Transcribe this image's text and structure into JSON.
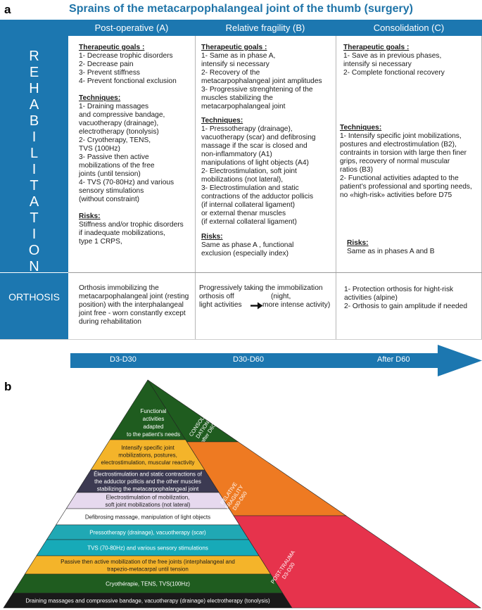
{
  "panel_a": {
    "letter": "a",
    "title": "Sprains of the metacarpophalangeal joint of the thumb (surgery)",
    "columns": [
      "Post-operative (A)",
      "Relative fragility (B)",
      "Consolidation  (C)"
    ],
    "rehab_label": [
      "R",
      "E",
      "H",
      "A",
      "B",
      "I",
      "L",
      "I",
      "T",
      "A",
      "T",
      "I",
      "O",
      "N"
    ],
    "orthosis_label": "ORTHOSIS",
    "phase_a": {
      "goals_title": "Therapeutic goals :",
      "goals": [
        "1- Decrease trophic disorders",
        "2- Decrease pain",
        "3- Prevent stiffness",
        "4- Prevent fonctional exclusion"
      ],
      "tech_title": "Techniques:",
      "techniques": [
        "1- Draining massages",
        "and compressive bandage,",
        "vacuotherapy (drainage),",
        "electrotherapy (tonolysis)",
        "2- Cryotherapy, TENS,",
        "TVS (100Hz)",
        "3- Passive then active",
        "mobilizations  of the free",
        "joints (until tension)",
        "4- TVS (70-80Hz) and various",
        "sensory stimulations",
        "(without constraint)"
      ],
      "risks_title": "Risks:",
      "risks": [
        "Stiffness and/or trophic disorders",
        "if inadequate mobilizations,",
        "type 1 CRPS,"
      ],
      "orthosis": [
        "Orthosis immobilizing the",
        "metacarpophalangeal joint (resting",
        "position) with the interphalangeal",
        "joint free - worn constantly except",
        "during rehabilitation"
      ]
    },
    "phase_b": {
      "goals_title": "Therapeutic goals :",
      "goals": [
        "1- Same as in phase A,",
        "intensify si necessary",
        "2- Recovery of the",
        "metacarpophalangeal joint amplitudes",
        "3- Progressive strenghtening of the",
        "muscles stabilizing the",
        "metacarpophalangeal joint"
      ],
      "tech_title": "Techniques:",
      "techniques": [
        "1- Pressotherapy (drainage),",
        "vacuotherapy (scar) and defibrosing",
        "massage if the scar is closed and",
        "non-inflammatory (A1)",
        "manipulations of light objects (A4)",
        "2- Electrostimulation, soft joint",
        "mobilizations (not lateral),",
        "3- Electrostimulation and static",
        "contractions of the adductor pollicis",
        "(if internal collateral ligament)",
        "or external thenar muscles",
        "(if external collateral ligament)"
      ],
      "risks_title": "Risks:",
      "risks": [
        "Same as phase A , functional",
        "exclusion (especially index)"
      ],
      "orthosis_line1": "Progressively taking the immobilization",
      "orthosis_line2a": "orthosis off",
      "orthosis_line2b": "(night,",
      "orthosis_line3a": "light activities",
      "orthosis_line3b": "more intense activity)"
    },
    "phase_c": {
      "goals_title": "Therapeutic goals :",
      "goals": [
        "1- Save as in previous phases,",
        "intensify si necessary",
        "2- Complete fonctional recovery"
      ],
      "tech_title": "Techniques:",
      "techniques": [
        "1- Intensify specific joint mobilizations,",
        "postures and electrostimulation (B2),",
        "contraints in torsion with large then finer",
        "grips, recovery of normal muscular",
        "ratios (B3)",
        "2- Functional activities adapted to the",
        "patient’s professional and sporting needs,",
        "no «high-risk» activities before D75"
      ],
      "risks_title": "Risks:",
      "risks": [
        "Same as in phases A and B"
      ],
      "orthosis": [
        "1- Protection orthosis for hight-risk",
        "activities (alpine)",
        "2- Orthosis to gain amplitude if needed"
      ]
    },
    "timeline": [
      "D3-D30",
      "D30-D60",
      "After D60"
    ]
  },
  "panel_b": {
    "letter": "b",
    "layers": [
      {
        "lines": [
          "Functional",
          "activities",
          "adapted",
          "to the patient’s needs"
        ],
        "color": "#1f5c1f",
        "text_color": "#ffffff"
      },
      {
        "lines": [
          "Intensify specific joint",
          "mobilizations, postures,",
          "electrostimulation, muscular reactivity"
        ],
        "color": "#f4b42a",
        "text_color": "#1a1a1a"
      },
      {
        "lines": [
          "Électrostimulation and static contractions of",
          "the adductor pollicis and the other muscles",
          "stabilizing the metacarpophalangeal joint"
        ],
        "color": "#3c3a52",
        "text_color": "#ffffff"
      },
      {
        "lines": [
          "Electrostimulation of mobilization,",
          "soft joint mobilizations (not lateral)"
        ],
        "color": "#e6d9ee",
        "text_color": "#1a1a1a"
      },
      {
        "lines": [
          "Defibrosing massage, manipulation of light objects"
        ],
        "color": "#ffffff",
        "text_color": "#1a1a1a"
      },
      {
        "lines": [
          "Pressotherapy (drainage), vacuotherapy (scar)"
        ],
        "color": "#20a8b4",
        "text_color": "#ffffff"
      },
      {
        "lines": [
          "TVS (70-80Hz) and various sensory stimulations"
        ],
        "color": "#17aab8",
        "text_color": "#ffffff"
      },
      {
        "lines": [
          "Passive then active mobilization of the free joints (interphalangeal and",
          "trapezio-metacarpal until tension"
        ],
        "color": "#f4b42a",
        "text_color": "#1a1a1a"
      },
      {
        "lines": [
          "Cryothérapie, TENS, TVS(100Hz)"
        ],
        "color": "#1f5c1f",
        "text_color": "#ffffff"
      },
      {
        "lines": [
          "Draining massages and compressive bandage, vacuotherapy (drainage) electrotherapy (tonolysis)"
        ],
        "color": "#1a1a1a",
        "text_color": "#ffffff"
      }
    ],
    "side_consolidation": [
      "CONSOLI",
      "DATION",
      "after D60"
    ],
    "side_fragility": [
      "RELATIVE",
      "FRAGILITY",
      "D30-D60"
    ],
    "side_posttrauma": [
      "POST-TRAUMA",
      "D3-D30"
    ],
    "colors": {
      "consolidation": "#1f5c1f",
      "fragility": "#ee7a22",
      "posttrauma": "#e6334c"
    }
  }
}
